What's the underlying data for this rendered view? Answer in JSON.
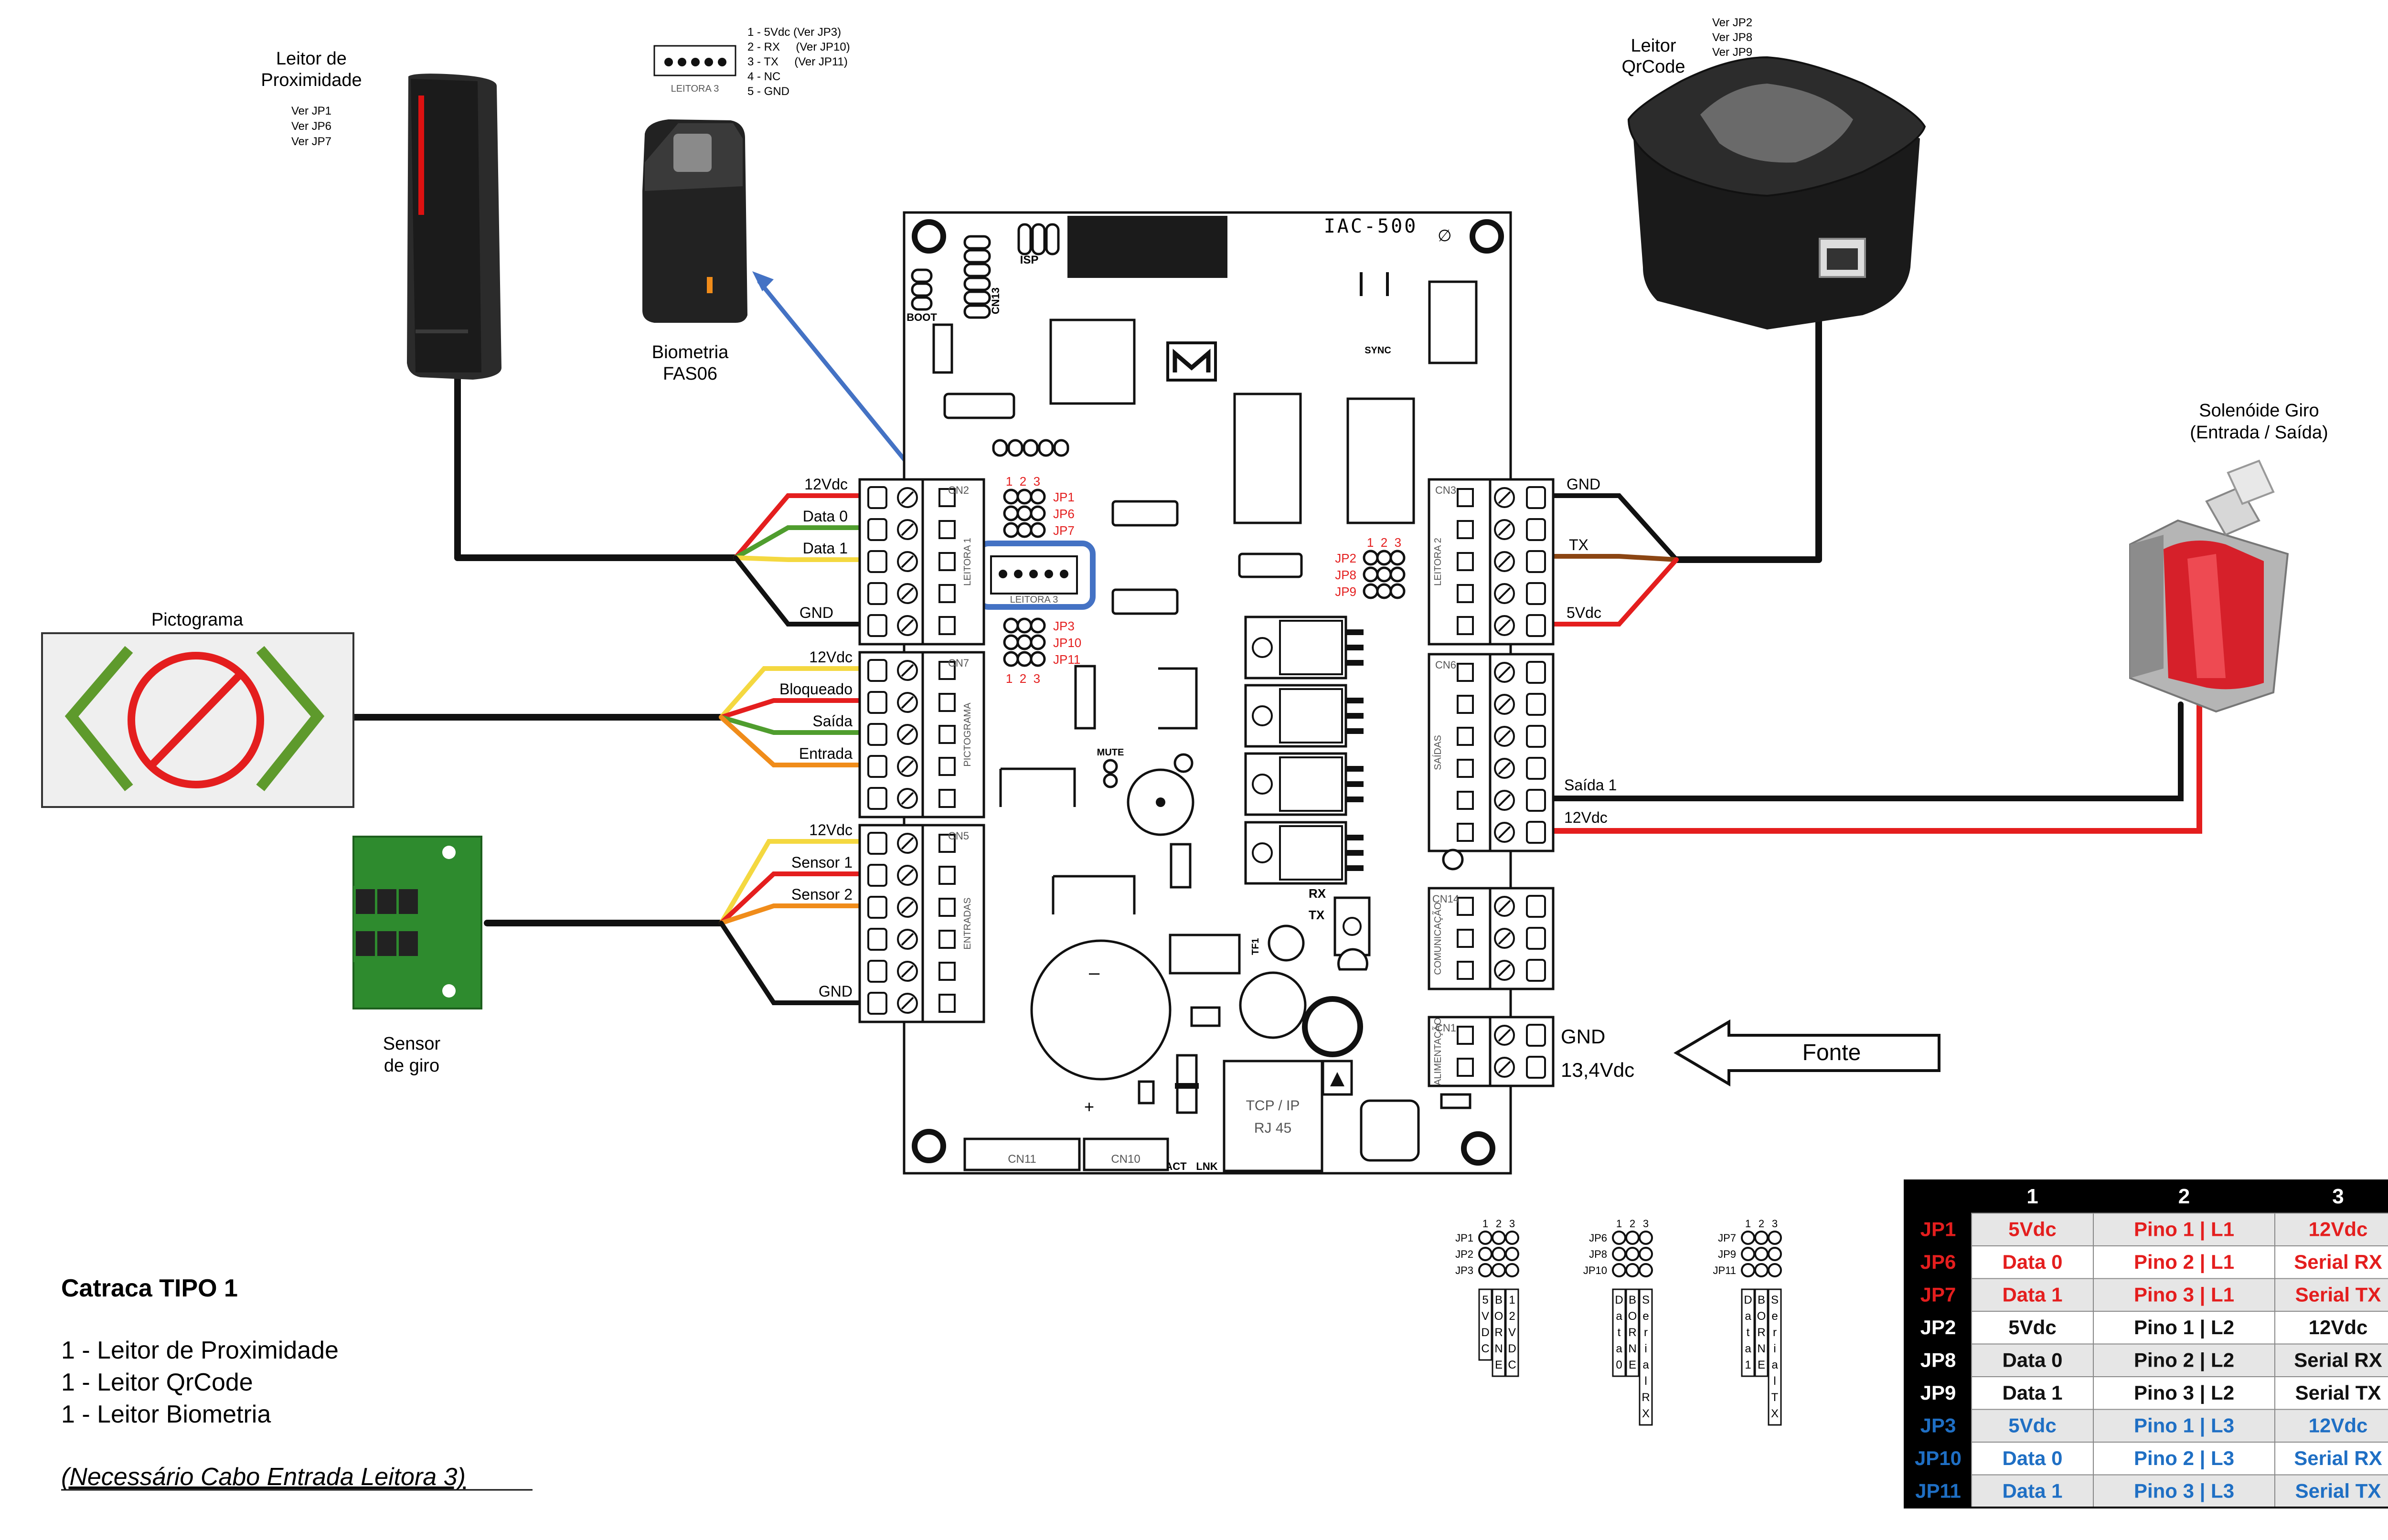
{
  "devices": {
    "proximity": {
      "title_l1": "Leitor de",
      "title_l2": "Proximidade",
      "ver_l1": "Ver JP1",
      "ver_l2": "Ver JP6",
      "ver_l3": "Ver JP7"
    },
    "biometric": {
      "title_l1": "Biometria",
      "title_l2": "FAS06"
    },
    "leitora3_pins": {
      "pin1": "1 - 5Vdc (Ver JP3)",
      "pin2": "2 - RX     (Ver JP10)",
      "pin3": "3 - TX     (Ver JP11)",
      "pin4": "4 - NC",
      "pin5": "5 - GND",
      "label": "LEITORA 3"
    },
    "qrcode": {
      "title_l1": "Leitor",
      "title_l2": "QrCode",
      "ver_l1": "Ver JP2",
      "ver_l2": "Ver JP8",
      "ver_l3": "Ver JP9"
    },
    "solenoid": {
      "title_l1": "Solenóide Giro",
      "title_l2": "(Entrada / Saída)"
    },
    "pictogram": {
      "title": "Pictograma"
    },
    "sensor": {
      "title_l1": "Sensor",
      "title_l2": "de giro"
    },
    "power": {
      "label": "Fonte"
    }
  },
  "board": {
    "model": "IAC-500",
    "labels": {
      "isp": "ISP",
      "boot": "BOOT",
      "cn13": "CN13",
      "sync": "SYNC",
      "mute": "MUTE",
      "rx": "RX",
      "tx": "TX",
      "tcpip_l1": "TCP / IP",
      "tcpip_l2": "RJ 45",
      "act": "ACT",
      "lnk": "LNK",
      "cn11": "CN11",
      "cn10": "CN10",
      "leitora3": "LEITORA 3",
      "jp123": "1  2  3",
      "tf1": "TF1"
    },
    "jumpers_top": [
      "JP1",
      "JP6",
      "JP7"
    ],
    "jumpers_bottom": [
      "JP3",
      "JP10",
      "JP11"
    ],
    "jumpers_right": [
      "JP2",
      "JP8",
      "JP9"
    ]
  },
  "connectors": {
    "cn2": {
      "name": "CN2",
      "side": "LEITORA 1",
      "wires": [
        "12Vdc",
        "Data 0",
        "Data 1",
        "GND"
      ]
    },
    "cn7": {
      "name": "CN7",
      "side": "PICTOGRAMA",
      "wires": [
        "12Vdc",
        "Bloqueado",
        "Saída",
        "Entrada"
      ]
    },
    "cn5": {
      "name": "CN5",
      "side": "ENTRADAS",
      "wires": [
        "12Vdc",
        "Sensor 1",
        "Sensor 2",
        "GND"
      ]
    },
    "cn3": {
      "name": "CN3",
      "side": "LEITORA 2",
      "wires": [
        "GND",
        "TX",
        "5Vdc"
      ]
    },
    "cn6": {
      "name": "CN6",
      "side": "SAÍDAS",
      "wires": [
        "Saída 1",
        "12Vdc"
      ]
    },
    "cn14": {
      "name": "CN14",
      "side": "COMUNICAÇÃO"
    },
    "cn1": {
      "name": "CN1",
      "side": "ALIMENTAÇÃO",
      "wires": [
        "GND",
        "13,4Vdc"
      ]
    }
  },
  "colors": {
    "red": "#e41e1e",
    "green": "#4f9d2e",
    "yellow": "#f4d840",
    "orange": "#f08c1a",
    "brown": "#8b4513",
    "black": "#111111",
    "blue": "#4472c4",
    "jp_blue": "#1f6fc4"
  },
  "jumper_diagrams": [
    {
      "rows": [
        "JP1",
        "JP2",
        "JP3"
      ],
      "cols": [
        "5VDC",
        "BORNE",
        "12VDC"
      ]
    },
    {
      "rows": [
        "JP6",
        "JP8",
        "JP10"
      ],
      "cols": [
        "Data 0",
        "BORNE",
        "Serial RX"
      ]
    },
    {
      "rows": [
        "JP7",
        "JP9",
        "JP11"
      ],
      "cols": [
        "Data 1",
        "BORNE",
        "Serial TX"
      ]
    }
  ],
  "catraca": {
    "title": "Catraca TIPO 1",
    "items": [
      "1 - Leitor de Proximidade",
      "1 - Leitor QrCode",
      "1 - Leitor Biometria"
    ],
    "note": "(Necessário Cabo Entrada Leitora 3)"
  },
  "table": {
    "headers": [
      "",
      "1",
      "2",
      "3"
    ],
    "rows": [
      {
        "jp": "JP1",
        "c1": "5Vdc",
        "c2": "Pino 1 | L1",
        "c3": "12Vdc",
        "color": "#e41e1e"
      },
      {
        "jp": "JP6",
        "c1": "Data 0",
        "c2": "Pino 2 | L1",
        "c3": "Serial RX",
        "color": "#e41e1e"
      },
      {
        "jp": "JP7",
        "c1": "Data 1",
        "c2": "Pino 3 | L1",
        "c3": "Serial TX",
        "color": "#e41e1e"
      },
      {
        "jp": "JP2",
        "c1": "5Vdc",
        "c2": "Pino 1 | L2",
        "c3": "12Vdc",
        "color": "#111111"
      },
      {
        "jp": "JP8",
        "c1": "Data 0",
        "c2": "Pino 2 | L2",
        "c3": "Serial RX",
        "color": "#111111"
      },
      {
        "jp": "JP9",
        "c1": "Data 1",
        "c2": "Pino 3 | L2",
        "c3": "Serial TX",
        "color": "#111111"
      },
      {
        "jp": "JP3",
        "c1": "5Vdc",
        "c2": "Pino 1 | L3",
        "c3": "12Vdc",
        "color": "#1f6fc4"
      },
      {
        "jp": "JP10",
        "c1": "Data 0",
        "c2": "Pino 2 | L3",
        "c3": "Serial RX",
        "color": "#1f6fc4"
      },
      {
        "jp": "JP11",
        "c1": "Data 1",
        "c2": "Pino 3 | L3",
        "c3": "Serial TX",
        "color": "#1f6fc4"
      }
    ]
  }
}
